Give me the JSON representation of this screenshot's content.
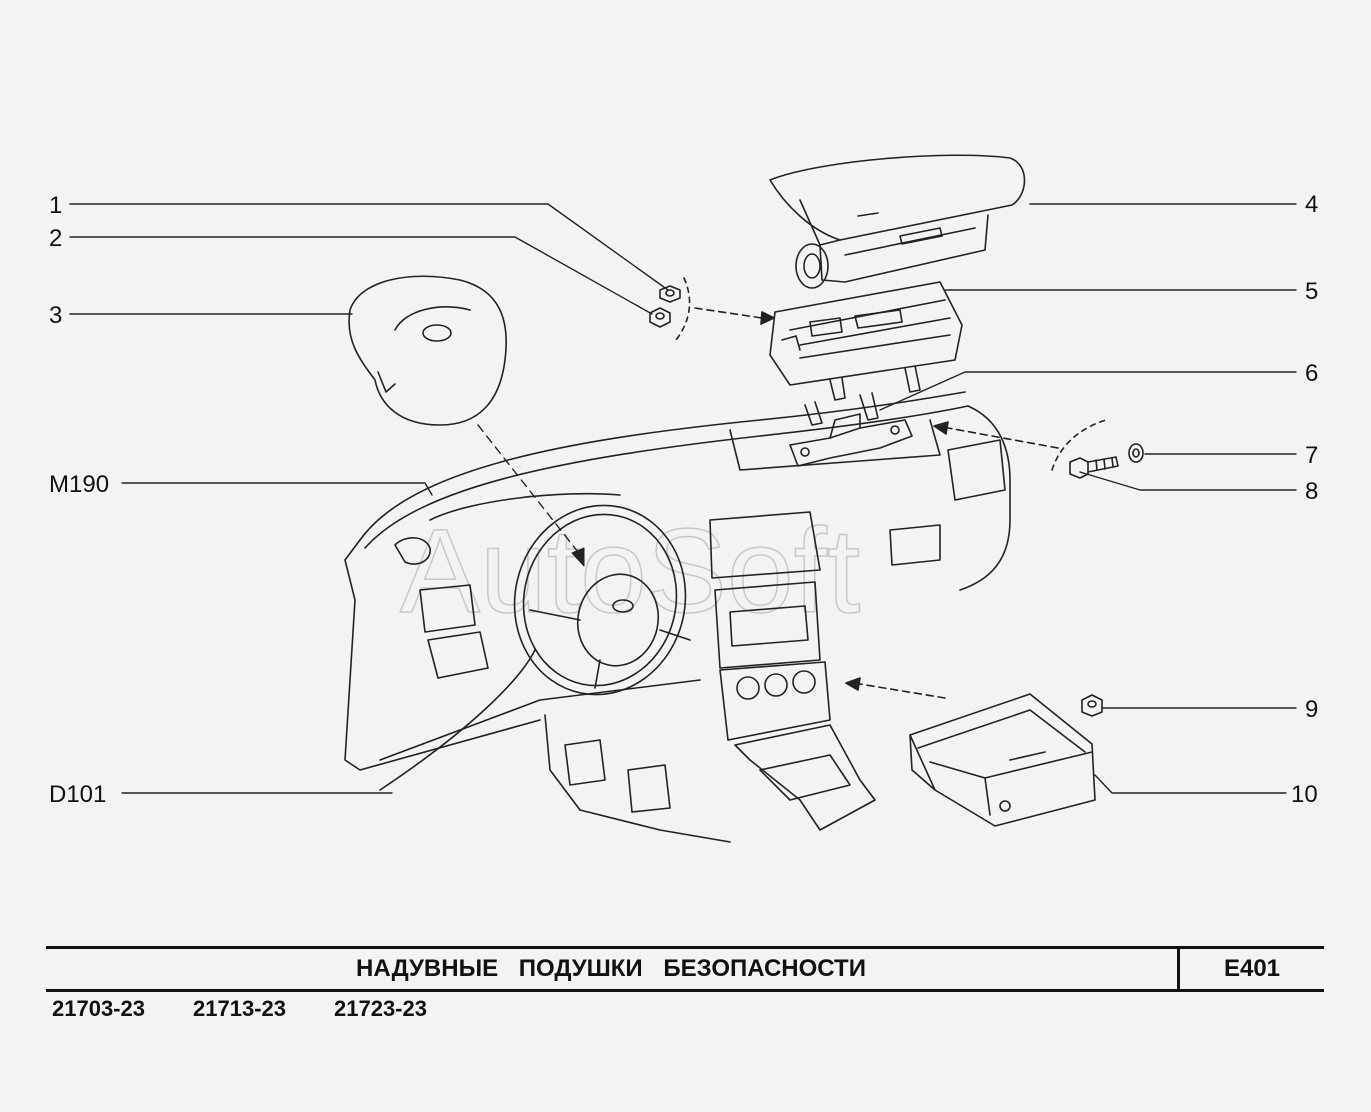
{
  "callouts": [
    "1",
    "2",
    "3",
    "4",
    "5",
    "6",
    "7",
    "8",
    "9",
    "10",
    "M190",
    "D101"
  ],
  "watermark": "AutoSoft",
  "footer": {
    "title": "НАДУВНЫЕ   ПОДУШКИ   БЕЗОПАСНОСТИ",
    "code": "E401",
    "models": [
      "21703-23",
      "21713-23",
      "21723-23"
    ]
  }
}
